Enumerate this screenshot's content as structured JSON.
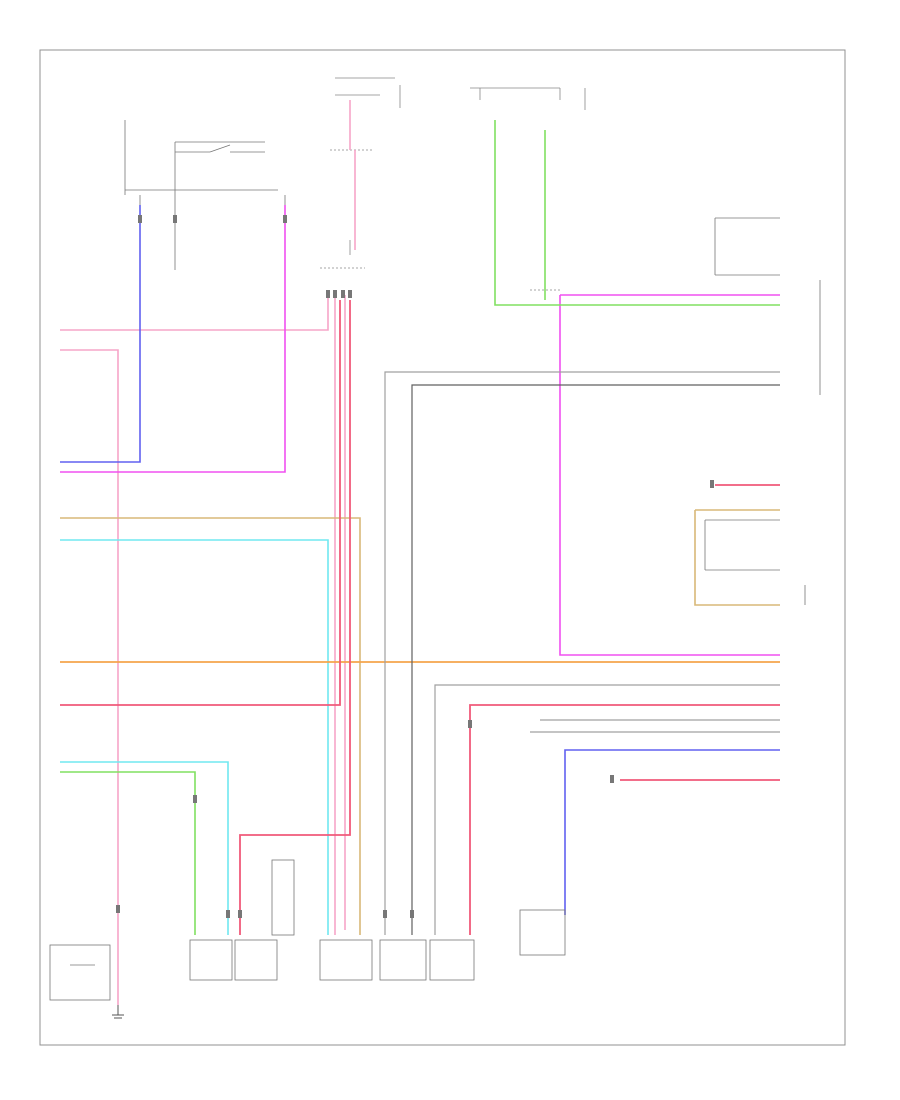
{
  "diagram": {
    "page_label": "",
    "wire_colors": {
      "pink": "#f6a5c8",
      "red": "#f05a7a",
      "magenta": "#f050f0",
      "blue": "#6060f0",
      "green": "#80e060",
      "cyan": "#70e8f0",
      "orange": "#f4a44c",
      "tan": "#d8b878",
      "gray": "#a0a0a0",
      "dark_gray": "#606060",
      "frame": "#909090"
    },
    "components": [
      {
        "id": "top-left-switch"
      },
      {
        "id": "top-center-fuse-box"
      },
      {
        "id": "top-right-fuse-box"
      },
      {
        "id": "right-connector-upper"
      },
      {
        "id": "right-connector-middle"
      },
      {
        "id": "bottom-relay"
      },
      {
        "id": "bottom-sensor-1"
      },
      {
        "id": "bottom-sensor-2"
      },
      {
        "id": "bottom-sensor-3"
      },
      {
        "id": "bottom-sensor-4"
      },
      {
        "id": "bottom-sensor-5"
      },
      {
        "id": "bottom-sensor-6"
      },
      {
        "id": "ground-point"
      }
    ]
  }
}
